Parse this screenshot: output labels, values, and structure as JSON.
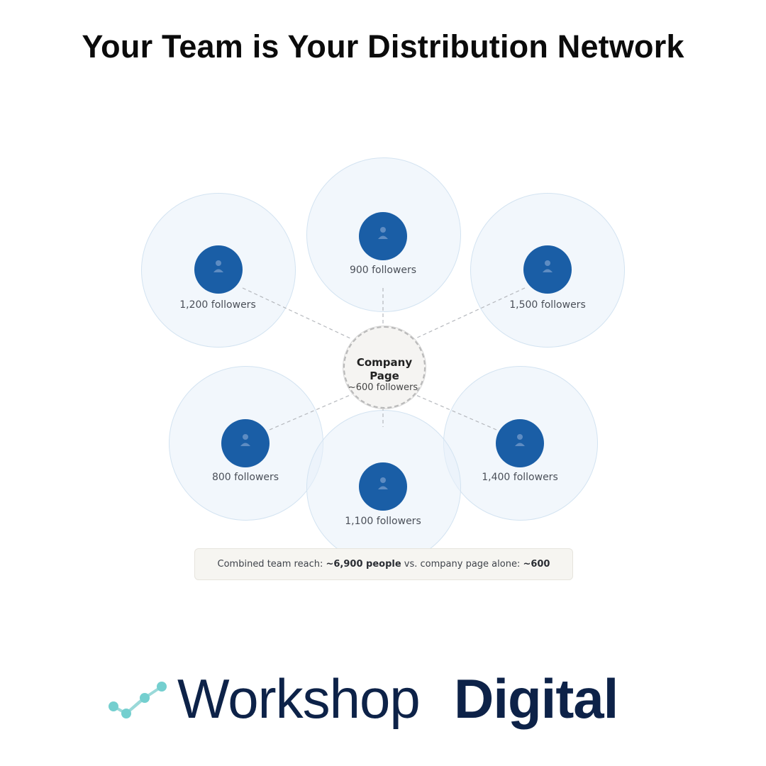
{
  "title": "Your Team is Your Distribution Network",
  "hub": {
    "title_line1": "Company",
    "title_line2": "Page",
    "followers": "~600 followers"
  },
  "nodes": [
    {
      "label": "1,200 followers",
      "followers": 1200
    },
    {
      "label": "900 followers",
      "followers": 900
    },
    {
      "label": "1,500 followers",
      "followers": 1500
    },
    {
      "label": "800 followers",
      "followers": 800
    },
    {
      "label": "1,100 followers",
      "followers": 1100
    },
    {
      "label": "1,400 followers",
      "followers": 1400
    }
  ],
  "summary": {
    "prefix": "Combined team reach: ",
    "team_reach": "~6,900 people",
    "middle": " vs. company page alone: ",
    "company_reach": "~600"
  },
  "logo": {
    "word_light": "Workshop",
    "word_bold": "Digital"
  },
  "colors": {
    "avatar": "#1a5ea6",
    "halo": "#e8f1f9",
    "logo_text": "#0d2248",
    "logo_mark": "#74cfcf"
  }
}
